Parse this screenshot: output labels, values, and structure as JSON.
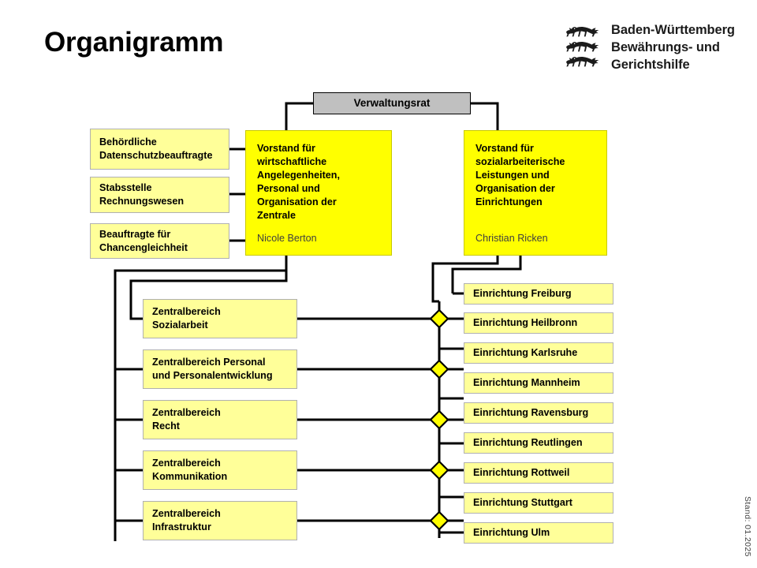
{
  "page": {
    "title": "Organigramm",
    "stand": "Stand: 01.2025"
  },
  "logo": {
    "line1": "Baden-Württemberg",
    "line2": "Bewährungs- und",
    "line3": "Gerichtshilfe",
    "crest": "three-lions-icon"
  },
  "colors": {
    "board_fill": "#FFFF00",
    "unit_fill": "#FFFF99",
    "council_fill": "#C0C0C0",
    "line": "#000000",
    "diamond_fill": "#FFFF00"
  },
  "council": {
    "label": "Verwaltungsrat"
  },
  "boards": [
    {
      "title": "Vorstand für\nwirtschaftliche\nAngelegenheiten,\nPersonal und\nOrganisation der\nZentrale",
      "person": "Nicole Berton"
    },
    {
      "title": "Vorstand für\nsozialarbeiterische\nLeistungen und\nOrganisation der\nEinrichtungen",
      "person": "Christian Ricken"
    }
  ],
  "staff_units": [
    {
      "label": "Behördliche\nDatenschutzbeauftragte"
    },
    {
      "label": "Stabsstelle\nRechnungswesen"
    },
    {
      "label": "Beauftragte für\nChancengleichheit"
    }
  ],
  "central_units": [
    {
      "label": "Zentralbereich\nSozialarbeit"
    },
    {
      "label": "Zentralbereich Personal\nund Personalentwicklung"
    },
    {
      "label": "Zentralbereich\nRecht"
    },
    {
      "label": "Zentralbereich\nKommunikation"
    },
    {
      "label": "Zentralbereich\nInfrastruktur"
    }
  ],
  "facilities": [
    {
      "label": "Einrichtung Freiburg"
    },
    {
      "label": "Einrichtung Heilbronn"
    },
    {
      "label": "Einrichtung Karlsruhe"
    },
    {
      "label": "Einrichtung Mannheim"
    },
    {
      "label": "Einrichtung Ravensburg"
    },
    {
      "label": "Einrichtung Reutlingen"
    },
    {
      "label": "Einrichtung Rottweil"
    },
    {
      "label": "Einrichtung Stuttgart"
    },
    {
      "label": "Einrichtung Ulm"
    }
  ]
}
